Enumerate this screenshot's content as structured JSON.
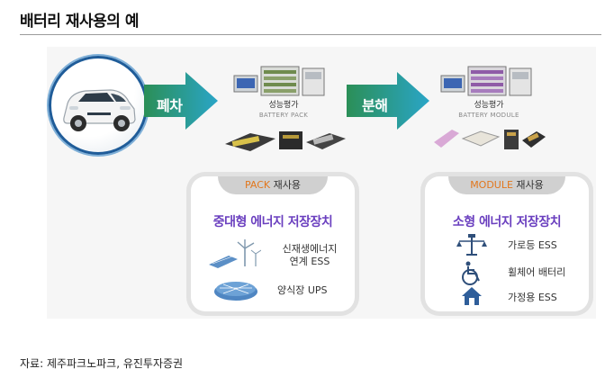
{
  "title": "배터리 재사용의 예",
  "flow": {
    "step1_label": "폐차",
    "step2_label": "분해",
    "eval1": {
      "label": "성능평가",
      "sublabel": "BATTERY PACK"
    },
    "eval2": {
      "label": "성능평가",
      "sublabel": "BATTERY MODULE"
    }
  },
  "pack_card": {
    "tab_highlight": "PACK",
    "tab_rest": " 재사용",
    "heading": "중대형 에너지 저장장치",
    "items": [
      {
        "icon": "wind-solar-icon",
        "line1": "신재생에너지",
        "line2": "연계 ESS"
      },
      {
        "icon": "fish-farm-icon",
        "line1": "양식장 UPS",
        "line2": ""
      }
    ]
  },
  "module_card": {
    "tab_highlight": "MODULE",
    "tab_rest": " 재사용",
    "heading": "소형 에너지 저장장치",
    "items": [
      {
        "icon": "street-lamp-icon",
        "label": "가로등 ESS"
      },
      {
        "icon": "wheelchair-icon",
        "label": "휠체어 배터리"
      },
      {
        "icon": "house-icon",
        "label": "가정용 ESS"
      }
    ]
  },
  "source": "자료: 제주파크노파크, 유진투자증권",
  "colors": {
    "arrow_start": "#2b8f57",
    "arrow_end": "#2aa5c7",
    "heading": "#6a3fbf",
    "tab_highlight": "#e2771d"
  }
}
